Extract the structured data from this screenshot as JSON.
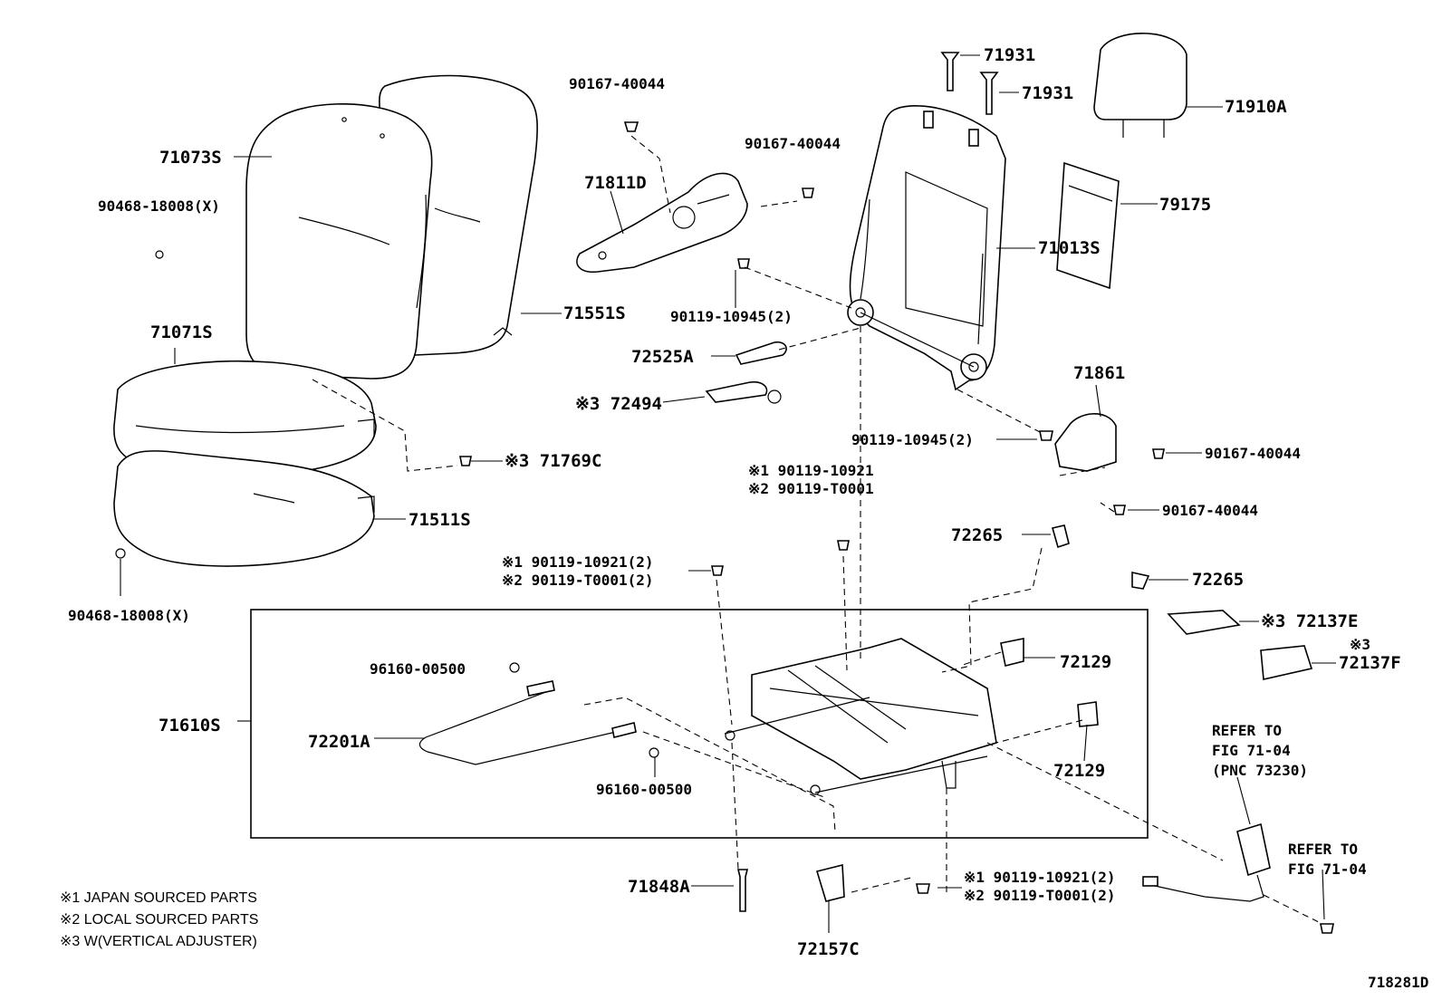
{
  "diagram_id": "718281D",
  "labels": {
    "p71073S": "71073S",
    "p90468a": "90468-18008(X)",
    "p71551S": "71551S",
    "p71071S": "71071S",
    "p71769C": "※3 71769C",
    "p71511S": "71511S",
    "p90468b": "90468-18008(X)",
    "p90167_1": "90167-40044",
    "p90167_2": "90167-40044",
    "p71811D": "71811D",
    "p90119_10945a": "90119-10945(2)",
    "p72525A": "72525A",
    "p72494": "※3 72494",
    "p71931a": "71931",
    "p71931b": "71931",
    "p71910A": "71910A",
    "p79175": "79175",
    "p71013S": "71013S",
    "p71861": "71861",
    "p90119_10945b": "90119-10945(2)",
    "p90167_3": "90167-40044",
    "p90167_4": "90167-40044",
    "p90119_10921_c1": "※1 90119-10921",
    "p90119_T0001_c2": "※2 90119-T0001",
    "p72265a": "72265",
    "p72265b": "72265",
    "p90119_10921_l1": "※1 90119-10921(2)",
    "p90119_T0001_l2": "※2 90119-T0001(2)",
    "p72137E": "※3 72137E",
    "p72137F_note": "※3",
    "p72137F": "72137F",
    "p96160a": "96160-00500",
    "p72129a": "72129",
    "p71610S": "71610S",
    "p72201A": "72201A",
    "p72129b": "72129",
    "p96160b": "96160-00500",
    "ref1_line1": "REFER TO",
    "ref1_line2": "FIG 71-04",
    "ref1_line3": "(PNC 73230)",
    "p71848A": "71848A",
    "p90119_10921_b1": "※1 90119-10921(2)",
    "p90119_T0001_b2": "※2 90119-T0001(2)",
    "ref2_line1": "REFER TO",
    "ref2_line2": "FIG 71-04",
    "p72157C": "72157C"
  },
  "notes": [
    "※1 JAPAN SOURCED PARTS",
    "※2 LOCAL SOURCED PARTS",
    "※3 W(VERTICAL ADJUSTER)"
  ]
}
